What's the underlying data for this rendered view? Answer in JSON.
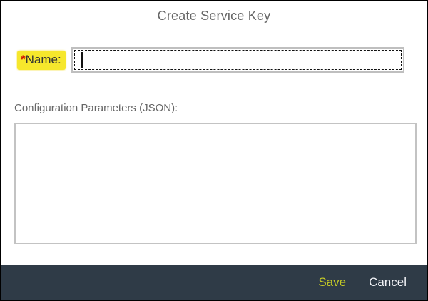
{
  "dialog": {
    "title": "Create Service Key",
    "name_field": {
      "required_marker": "*",
      "label": "Name:",
      "value": "",
      "highlight_color": "#f6e72c",
      "asterisk_color": "#d11a00"
    },
    "config_field": {
      "label": "Configuration Parameters (JSON):",
      "value": ""
    },
    "footer": {
      "save_label": "Save",
      "cancel_label": "Cancel",
      "bar_color": "#2f3b47",
      "save_highlight_color": "#4d5108",
      "save_text_color": "#c6cb26"
    }
  }
}
